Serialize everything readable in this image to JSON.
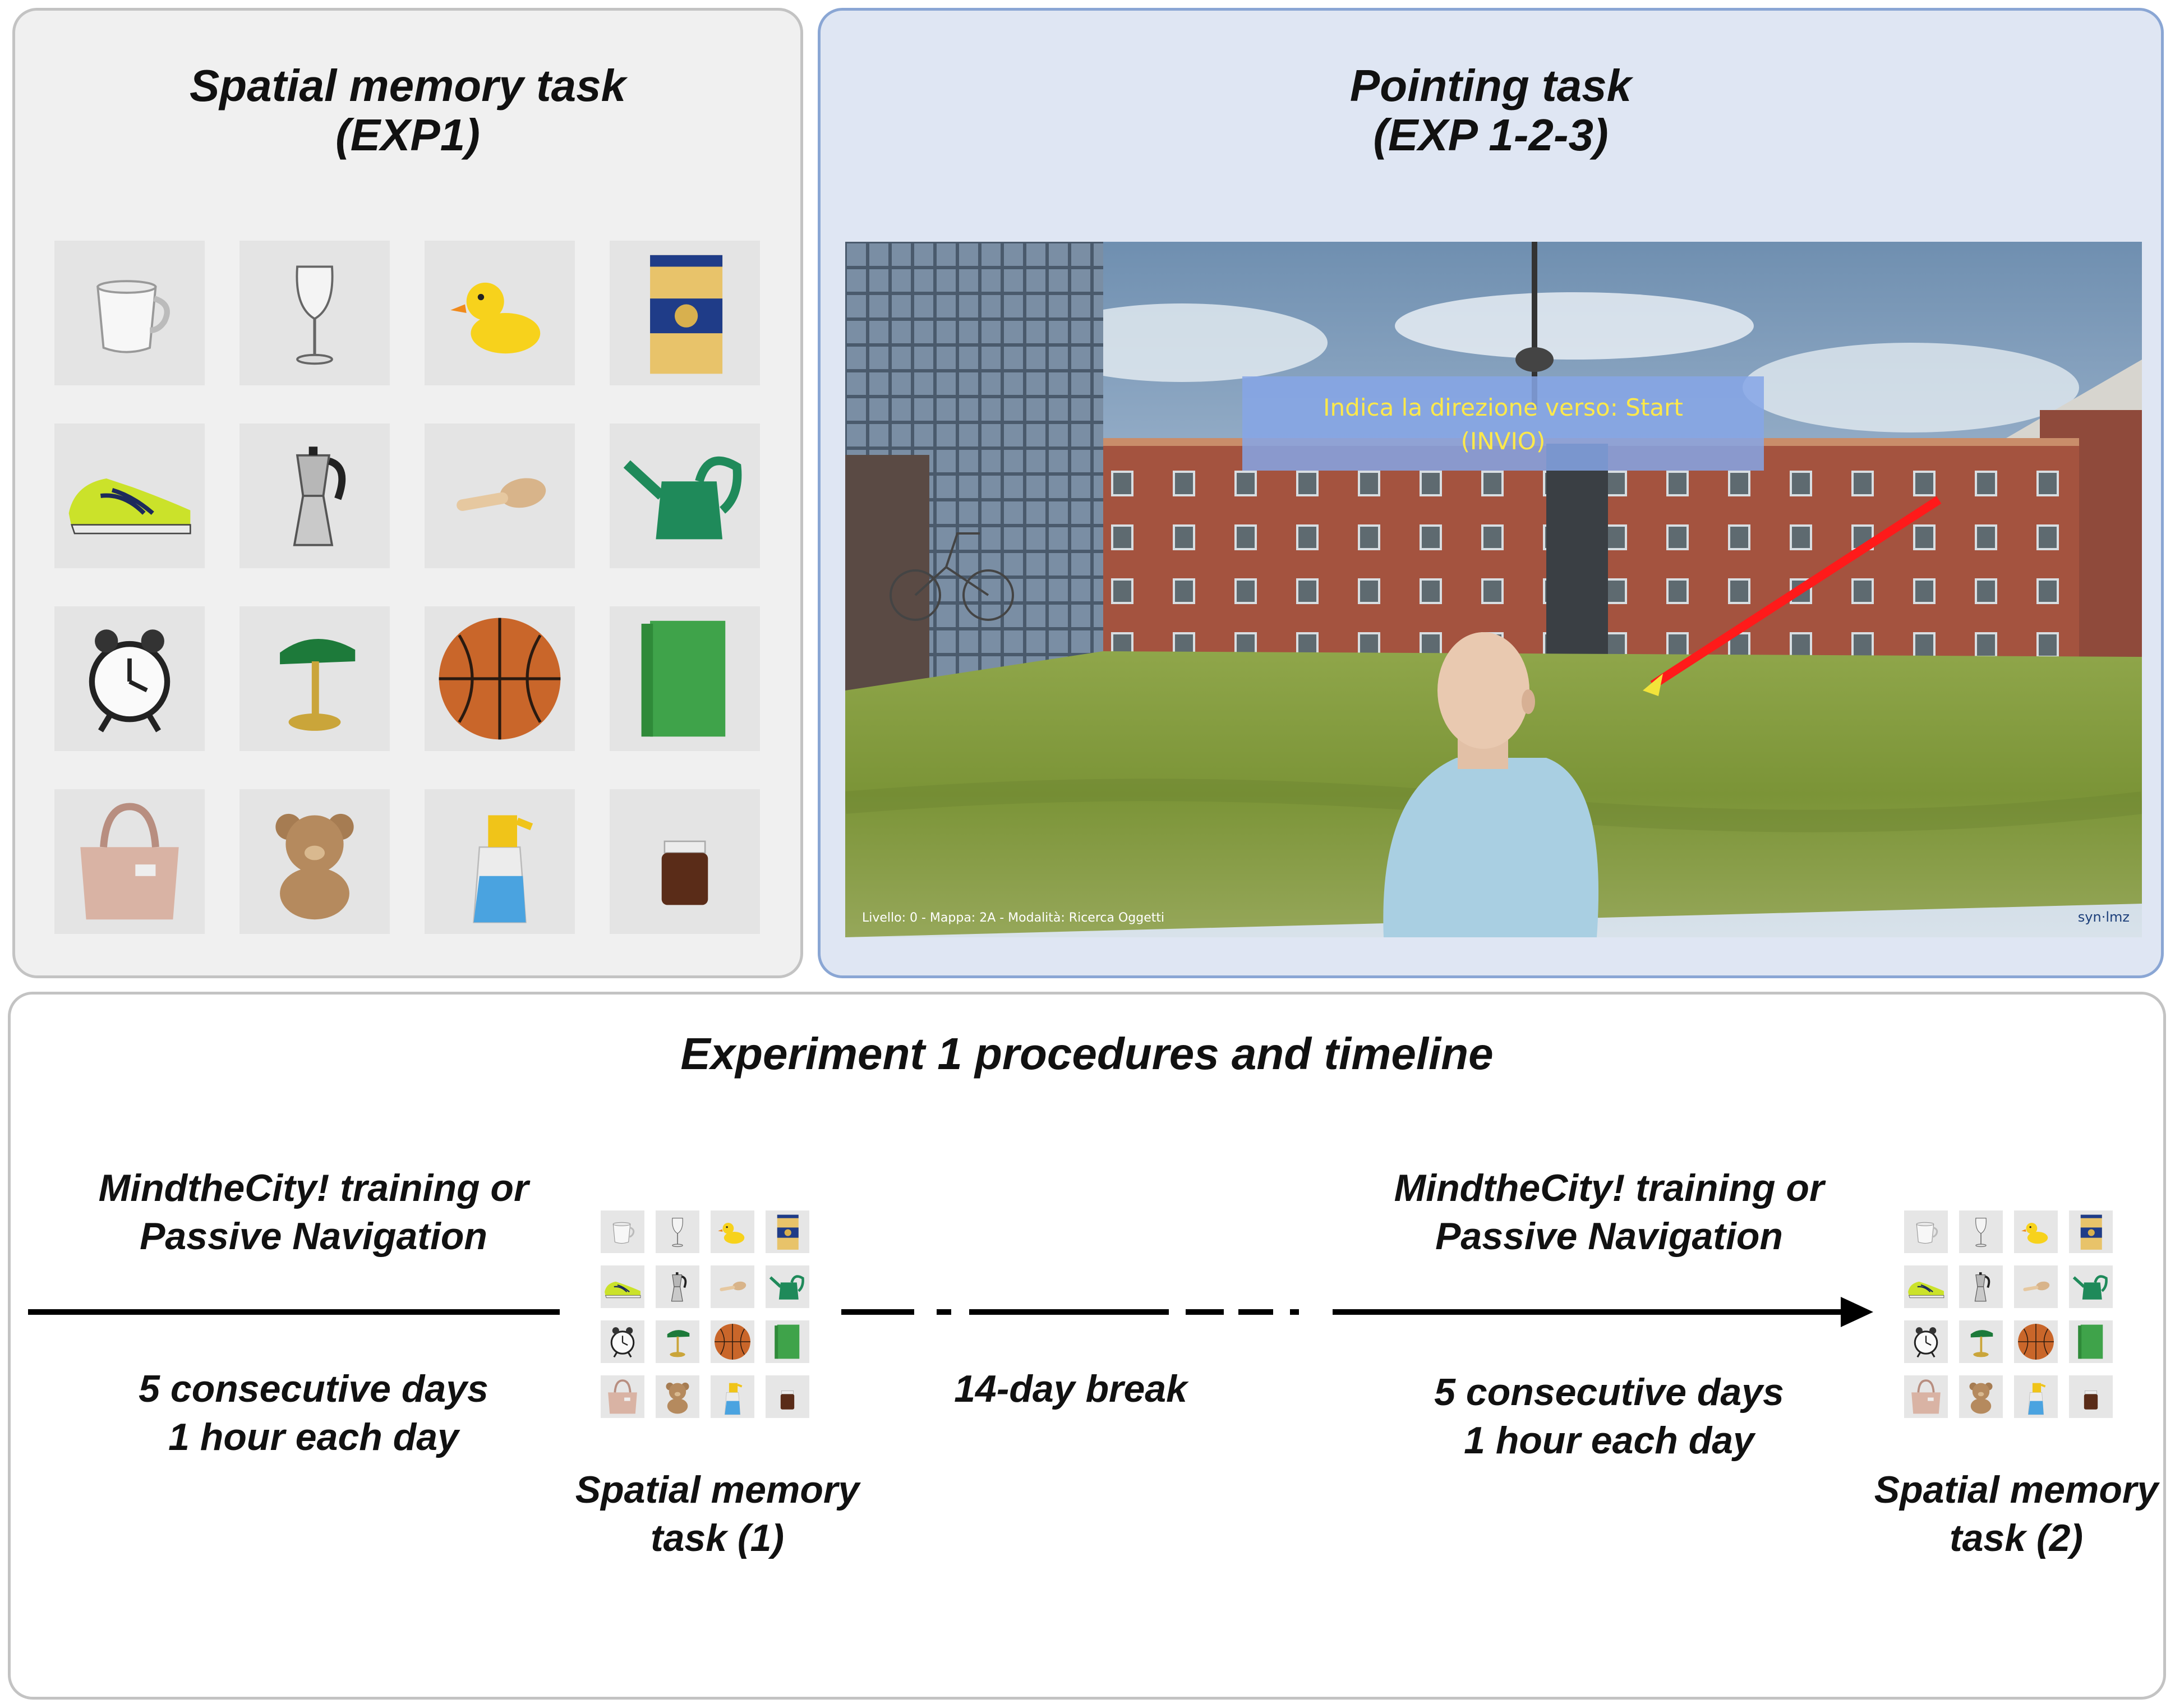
{
  "spatial_task": {
    "title_line1": "Spatial memory task",
    "title_line2": "(EXP1)",
    "objects": [
      "mug-icon",
      "wine-glass-icon",
      "rubber-duck-icon",
      "pasta-box-icon",
      "sneaker-icon",
      "moka-pot-icon",
      "hair-brush-icon",
      "watering-can-icon",
      "alarm-clock-icon",
      "desk-lamp-icon",
      "basketball-icon",
      "green-book-icon",
      "handbag-icon",
      "teddy-bear-icon",
      "spray-bottle-icon",
      "jar-icon"
    ]
  },
  "pointing_task": {
    "title_line1": "Pointing task",
    "title_line2": "(EXP 1-2-3)",
    "screenshot": {
      "instruction_line1": "Indica la direzione verso: Start",
      "instruction_line2": "(INVIO)",
      "status_bar": "Livello: 0 - Mappa: 2A - Modalità: Ricerca Oggetti",
      "logo_text": "syn·lmz"
    }
  },
  "timeline": {
    "title": "Experiment 1 procedures and timeline",
    "phase1": {
      "line1": "MindtheCity! training or",
      "line2": "Passive Navigation",
      "days": "5 consecutive days",
      "hours": "1 hour each day"
    },
    "test1": {
      "line1": "Spatial memory",
      "line2": "task (1)"
    },
    "break": "14-day break",
    "phase2": {
      "line1": "MindtheCity! training or",
      "line2": "Passive Navigation",
      "days": "5 consecutive days",
      "hours": "1 hour each day"
    },
    "test2": {
      "line1": "Spatial memory",
      "line2": "task (2)"
    }
  },
  "colors": {
    "left_panel_bg": "#f0f0f0",
    "right_panel_bg": "#dfe6f3",
    "right_panel_border": "#8aa6d4",
    "pointer_arrow": "#ff1a1a",
    "instruction_text": "#ffe94a"
  }
}
